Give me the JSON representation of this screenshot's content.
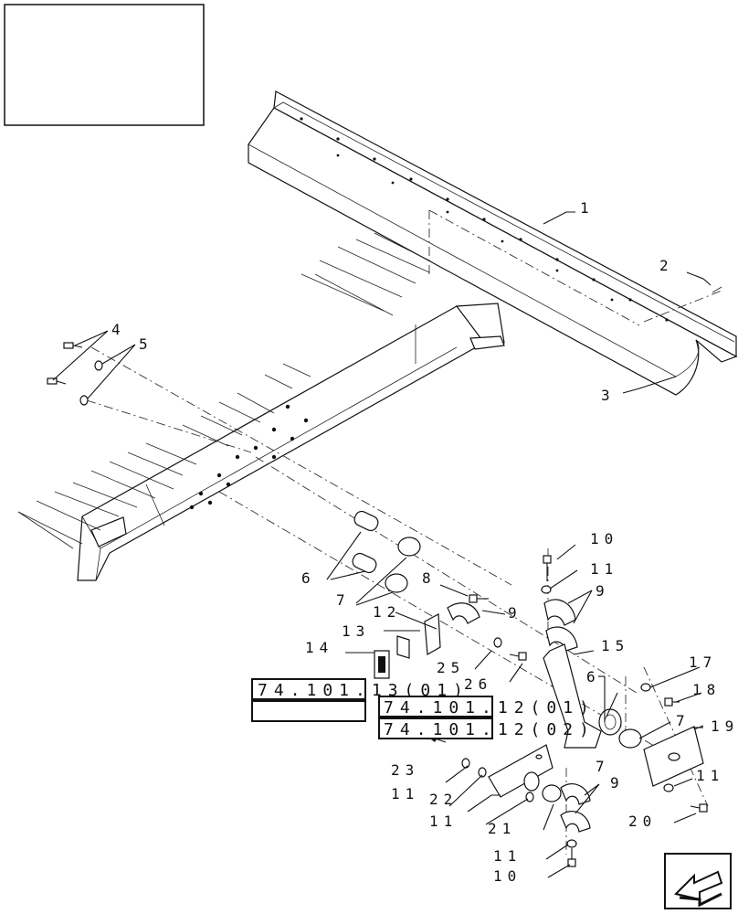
{
  "callouts": {
    "c1": "1",
    "c2": "2",
    "c3": "3",
    "c4": "4",
    "c5": "5",
    "c6a": "6",
    "c6b": "6",
    "c7a": "7",
    "c7b": "7",
    "c7c": "7",
    "c8": "8",
    "c9a": "9",
    "c9b": "9",
    "c9c": "9",
    "c10a": "10",
    "c10b": "10",
    "c11a": "11",
    "c11b": "11",
    "c11c": "11",
    "c11d": "11",
    "c11e": "11",
    "c12": "12",
    "c13": "13",
    "c14": "14",
    "c15": "15",
    "c17": "17",
    "c18": "18",
    "c19": "19",
    "c20": "20",
    "c21": "21",
    "c22": "22",
    "c23": "23",
    "c25": "25",
    "c26": "26"
  },
  "references": {
    "r1": "74.101.13(01)",
    "r2": "74.101.12(01)",
    "r3": "74.101.12(02)"
  },
  "icons": {
    "title_box": "blank-title-box",
    "nav_arrow": "previous-page-arrow-icon"
  }
}
